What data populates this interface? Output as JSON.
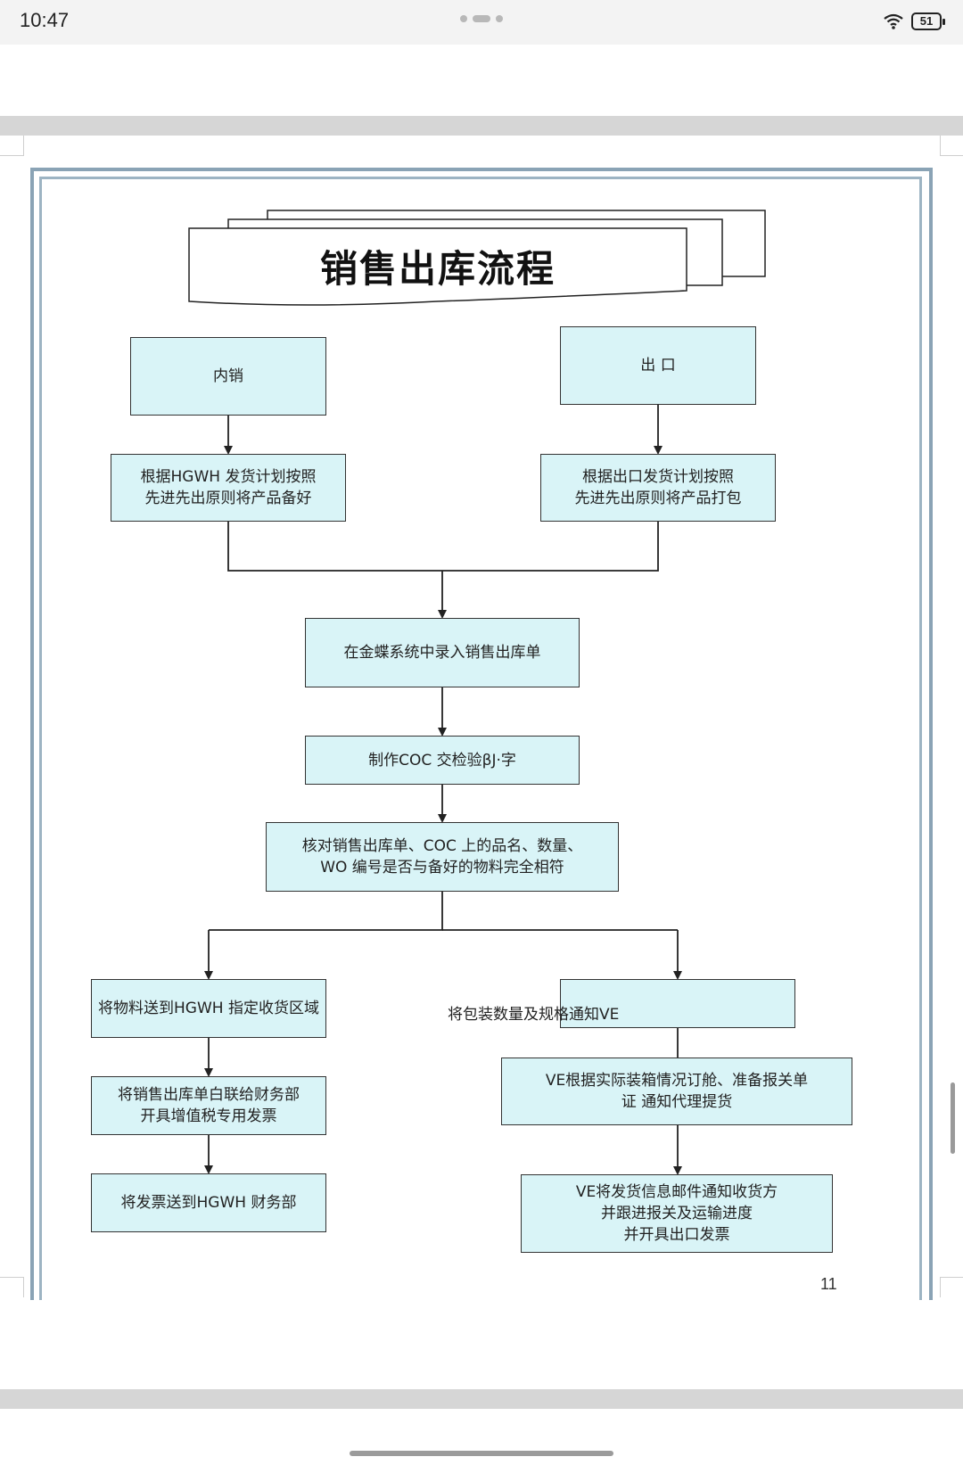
{
  "status_bar": {
    "time": "10:47",
    "battery": "51"
  },
  "document": {
    "title": "销售出库流程",
    "page_number": "11",
    "left_branch": {
      "head": "内销",
      "step1": "根据HGWH  发货计划按照\n先进先出原则将产品备好"
    },
    "right_branch": {
      "head": "出 口",
      "step1": "根据出口发货计划按照\n先进先出原则将产品打包"
    },
    "merge_steps": [
      "在金蝶系统中录入销售出库单",
      "制作COC  交检验βJ·字",
      "核对销售出库单、COC  上的品名、数量、\nWO  编号是否与备好的物料完全相符"
    ],
    "left_final": [
      "将物料送到HGWH  指定收货区域",
      "将销售出库单白联给财务部\n开具增值税专用发票",
      "将发票送到HGWH  财务部"
    ],
    "right_final": [
      "将包装数量及规格通知VE",
      "VE根据实际装箱情况订舱、准备报关单\n证  通知代理提货",
      "VE将发货信息邮件通知收货方\n并跟进报关及运输进度\n并开具出口发票"
    ]
  }
}
